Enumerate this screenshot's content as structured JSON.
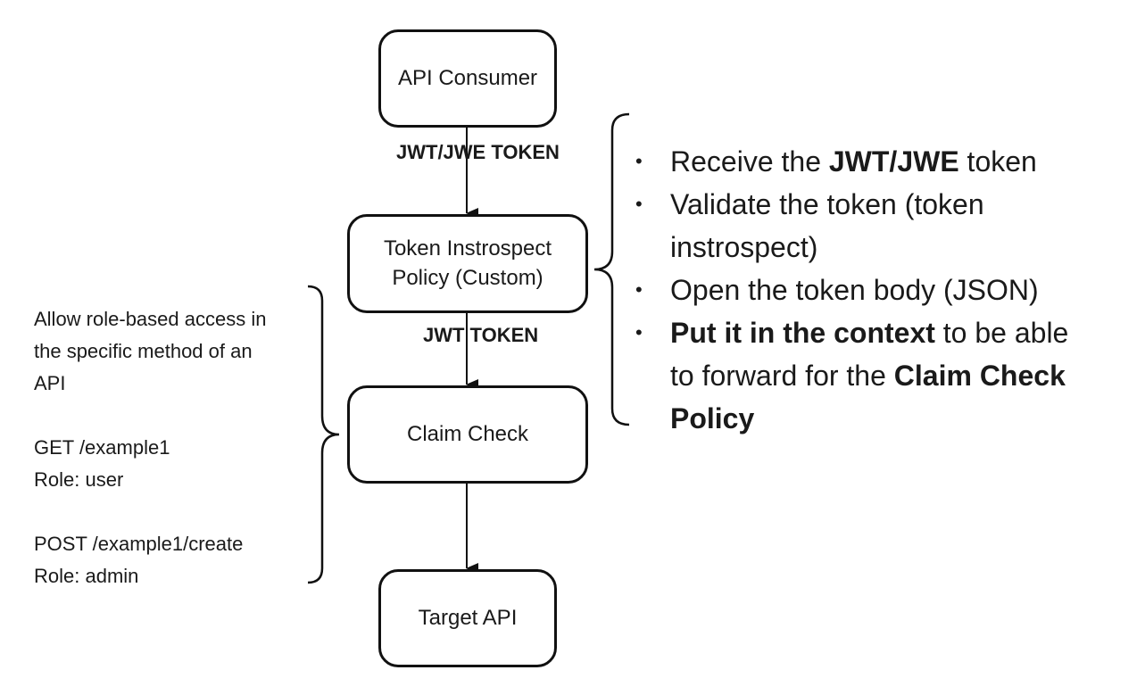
{
  "nodes": {
    "consumer": "API Consumer",
    "introspect_line1": "Token Instrospect",
    "introspect_line2": "Policy (Custom)",
    "claim": "Claim Check",
    "target": "Target API"
  },
  "edges": {
    "consumer_to_introspect": "JWT/JWE TOKEN",
    "introspect_to_claim": "JWT TOKEN"
  },
  "left_notes": {
    "line1": "Allow role-based access in",
    "line2": "the specific method of an",
    "line3": "API",
    "get_path": "GET /example1",
    "get_role": "Role: user",
    "post_path": "POST /example1/create",
    "post_role": "Role: admin"
  },
  "right_bullets": {
    "b1_pre": "Receive the ",
    "b1_bold": "JWT/JWE",
    "b1_post": " token",
    "b2_line1": "Validate the token (token",
    "b2_line2": "instrospect)",
    "b3": "Open the token body (JSON)",
    "b4_bold1": "Put it in the context",
    "b4_mid1": " to be able",
    "b4_mid2": "to forward for the ",
    "b4_bold2": "Claim Check",
    "b4_bold3": "Policy"
  },
  "colors": {
    "stroke": "#111111",
    "text": "#1a1a1a",
    "background": "#ffffff"
  }
}
